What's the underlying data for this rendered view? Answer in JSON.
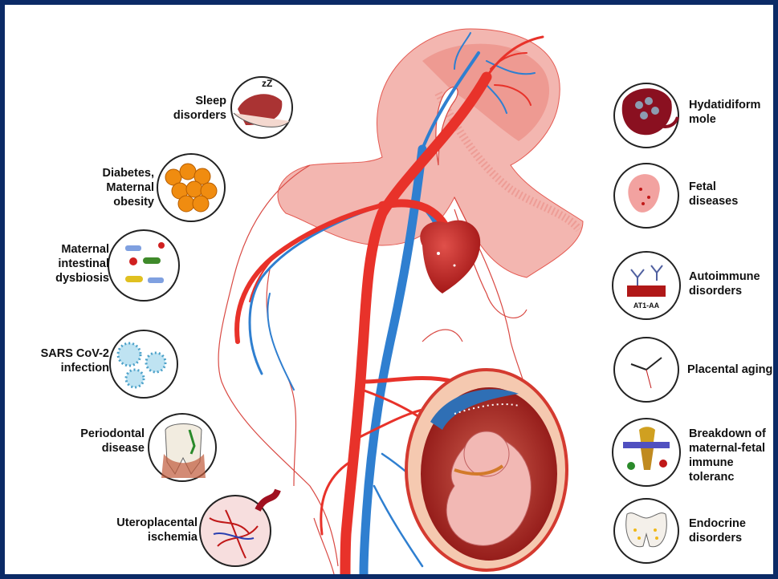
{
  "left_factors": [
    {
      "id": "sleep",
      "label": "Sleep\ndisorders",
      "icon": "sleep-icon"
    },
    {
      "id": "diabetes",
      "label": "Diabetes,\nMaternal\nobesity",
      "icon": "fat-cells-icon"
    },
    {
      "id": "dysbiosis",
      "label": "Maternal\nintestinal\ndysbiosis",
      "icon": "bacteria-icon"
    },
    {
      "id": "sars",
      "label": "SARS CoV-2\ninfection",
      "icon": "virus-icon"
    },
    {
      "id": "periodontal",
      "label": "Periodontal\ndisease",
      "icon": "tooth-icon"
    },
    {
      "id": "ischemia",
      "label": "Uteroplacental\nischemia",
      "icon": "ischemia-icon"
    }
  ],
  "right_factors": [
    {
      "id": "mole",
      "label": "Hydatidiform\nmole",
      "icon": "hydatidiform-mole-icon"
    },
    {
      "id": "fetal",
      "label": "Fetal\ndiseases",
      "icon": "fetus-icon"
    },
    {
      "id": "autoimmune",
      "label": "Autoimmune\ndisorders",
      "icon": "antibody-icon",
      "icon_caption": "AT1-AA"
    },
    {
      "id": "aging",
      "label": "Placental aging",
      "icon": "clock-icon"
    },
    {
      "id": "tolerance",
      "label": "Breakdown of\nmaternal-fetal\nimmune toleranc",
      "icon": "immune-cells-icon"
    },
    {
      "id": "endocrine",
      "label": "Endocrine\ndisorders",
      "icon": "thyroid-icon"
    }
  ],
  "colors": {
    "border": "#0b2a66",
    "artery": "#e8322a",
    "vein": "#2f7fd0",
    "skin": "#e86a6a",
    "outline": "#333333"
  }
}
